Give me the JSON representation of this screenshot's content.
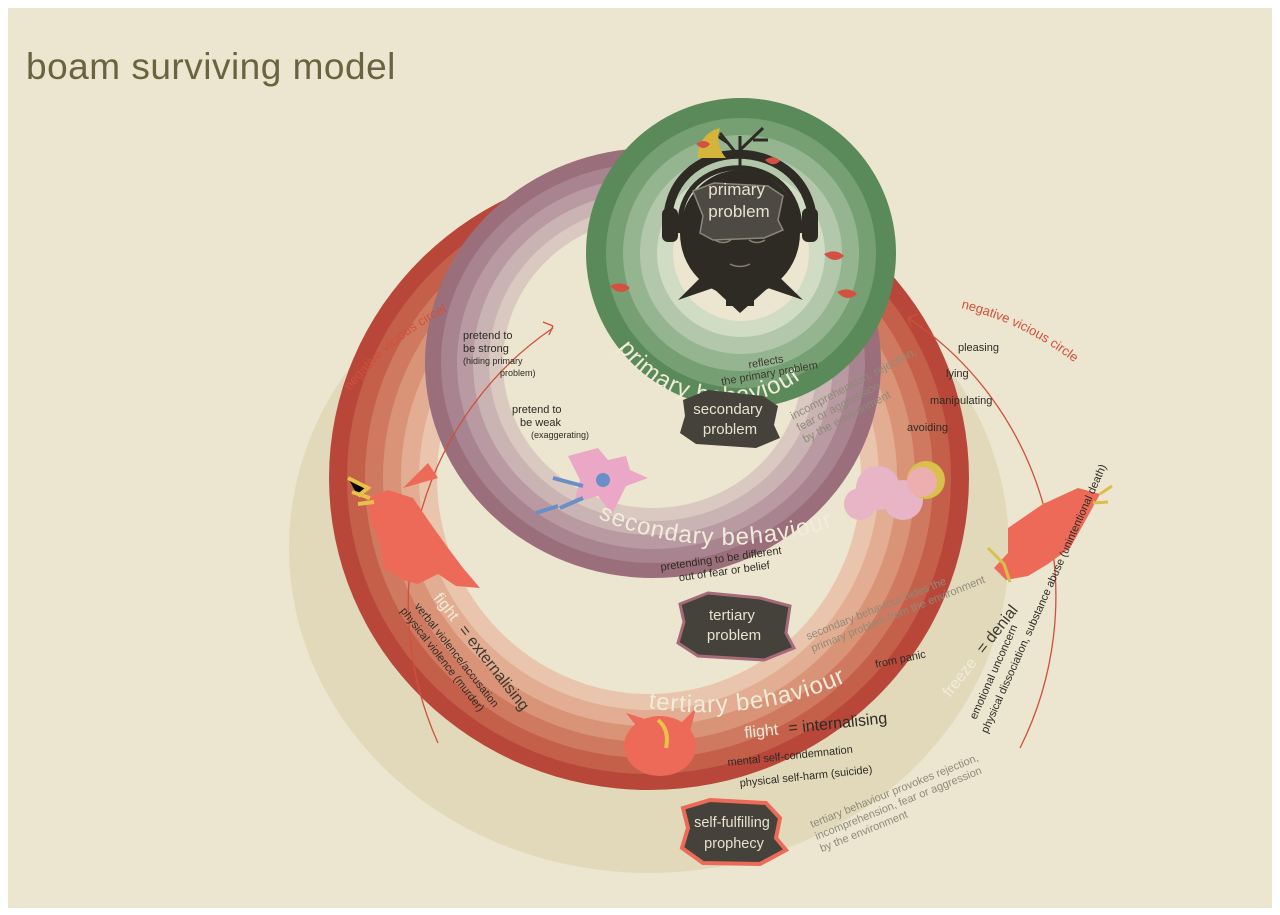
{
  "title": "boam surviving model",
  "nodes": {
    "primary_problem": [
      "primary",
      "problem"
    ],
    "primary_behaviour": "primary behaviour",
    "primary_reflects": [
      "reflects",
      "the primary problem"
    ],
    "secondary_problem": [
      "secondary",
      "problem"
    ],
    "secondary_cause": [
      "incomprehension, rejection,",
      "fear or aggression",
      "by the environment"
    ],
    "secondary_behaviour": "secondary behaviour",
    "secondary_desc": [
      "pretending to be different",
      "out of fear or belief"
    ],
    "tertiary_problem": [
      "tertiary",
      "problem"
    ],
    "tertiary_cause": [
      "secondary behaviour hides the",
      "primary problem from the environment"
    ],
    "tertiary_behaviour": "tertiary behaviour",
    "from_panic": "from panic",
    "prophecy": [
      "self-fulfilling",
      "prophecy"
    ],
    "prophecy_cause": [
      "tertiary behaviour provokes rejection,",
      "incomprehension, fear or aggression",
      "by the environment"
    ]
  },
  "strategies_left": {
    "strong": [
      "pretend to",
      "be strong",
      "(hiding primary",
      "problem)"
    ],
    "weak": [
      "pretend to",
      "be weak",
      "(exaggerating)"
    ]
  },
  "strategies_right": [
    "pleasing",
    "lying",
    "manipulating",
    "avoiding"
  ],
  "vicious_left": "negative vicious circel",
  "vicious_right": "negative vicious circle",
  "fight": {
    "word": "fight",
    "eq": "= externalising",
    "lines": [
      "verbal violence/accusation",
      "physical violence (murder)"
    ]
  },
  "flight": {
    "word": "flight",
    "eq": "= internalising",
    "lines": [
      "mental self-condemnation",
      "physical self-harm (suicide)"
    ]
  },
  "freeze": {
    "word": "freeze",
    "eq": "= denial",
    "lines": [
      "emotional unconcern",
      "physical dissociation, substance abuse (unintentional death)"
    ]
  },
  "colors": {
    "background": "#ece5cf",
    "green": "#5a8a5a",
    "mauve": "#9a6e7a",
    "red": "#b8473a",
    "dark": "#3f3c32",
    "dragon": "#ee6a58"
  }
}
